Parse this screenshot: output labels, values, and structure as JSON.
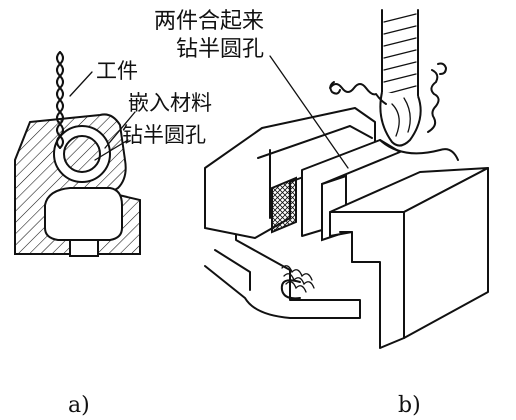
{
  "figure_a": {
    "label_workpiece": "工件",
    "label_insert": "嵌入材料",
    "label_half_hole": "钻半圆孔",
    "caption": "a)"
  },
  "figure_b": {
    "label_line1": "两件合起来",
    "label_line2": "钻半圆孔",
    "caption": "b)"
  }
}
